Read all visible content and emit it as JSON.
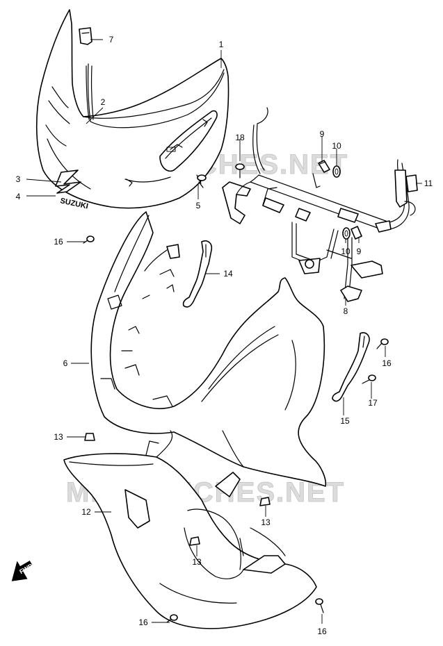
{
  "watermark": "MICROFICHES.NET",
  "fwd_label": "FWD",
  "brand_logo": "SUZUKI",
  "callouts": {
    "c1": "1",
    "c2": "2",
    "c3": "3",
    "c4": "4",
    "c5": "5",
    "c6": "6",
    "c7": "7",
    "c8": "8",
    "c9a": "9",
    "c9b": "9",
    "c10a": "10",
    "c10b": "10",
    "c11": "11",
    "c12": "12",
    "c13a": "13",
    "c13b": "13",
    "c13c": "13",
    "c14": "14",
    "c15": "15",
    "c16a": "16",
    "c16b": "16",
    "c16c": "16",
    "c16d": "16",
    "c17": "17",
    "c18": "18"
  }
}
